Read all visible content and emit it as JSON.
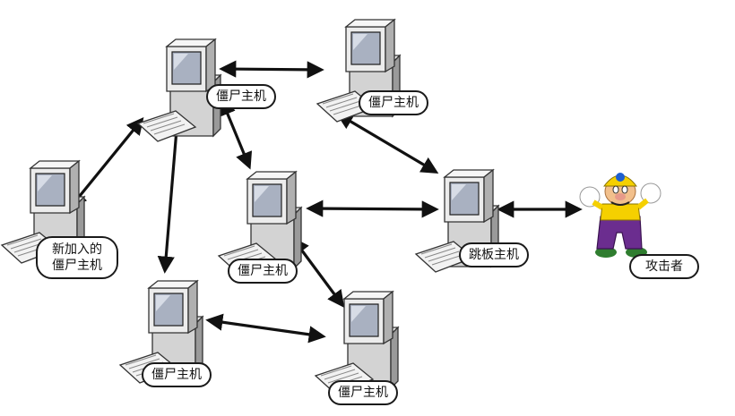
{
  "labels": {
    "zombie_top": "僵尸主机",
    "zombie_top_right": "僵尸主机",
    "new_zombie_line1": "新加入的",
    "new_zombie_line2": "僵尸主机",
    "zombie_center": "僵尸主机",
    "jump_host": "跳板主机",
    "attacker": "攻击者",
    "zombie_bottom_left": "僵尸主机",
    "zombie_bottom_right": "僵尸主机"
  },
  "colors": {
    "arrow": "#111111",
    "monitor_body": "#e4e4e4",
    "screen": "#a9b1c1",
    "attacker_skin": "#f2c08c",
    "attacker_shirt": "#f5d000",
    "attacker_overalls": "#6b2d8f"
  },
  "icons": [
    "computer-icon",
    "attacker-character-icon"
  ]
}
